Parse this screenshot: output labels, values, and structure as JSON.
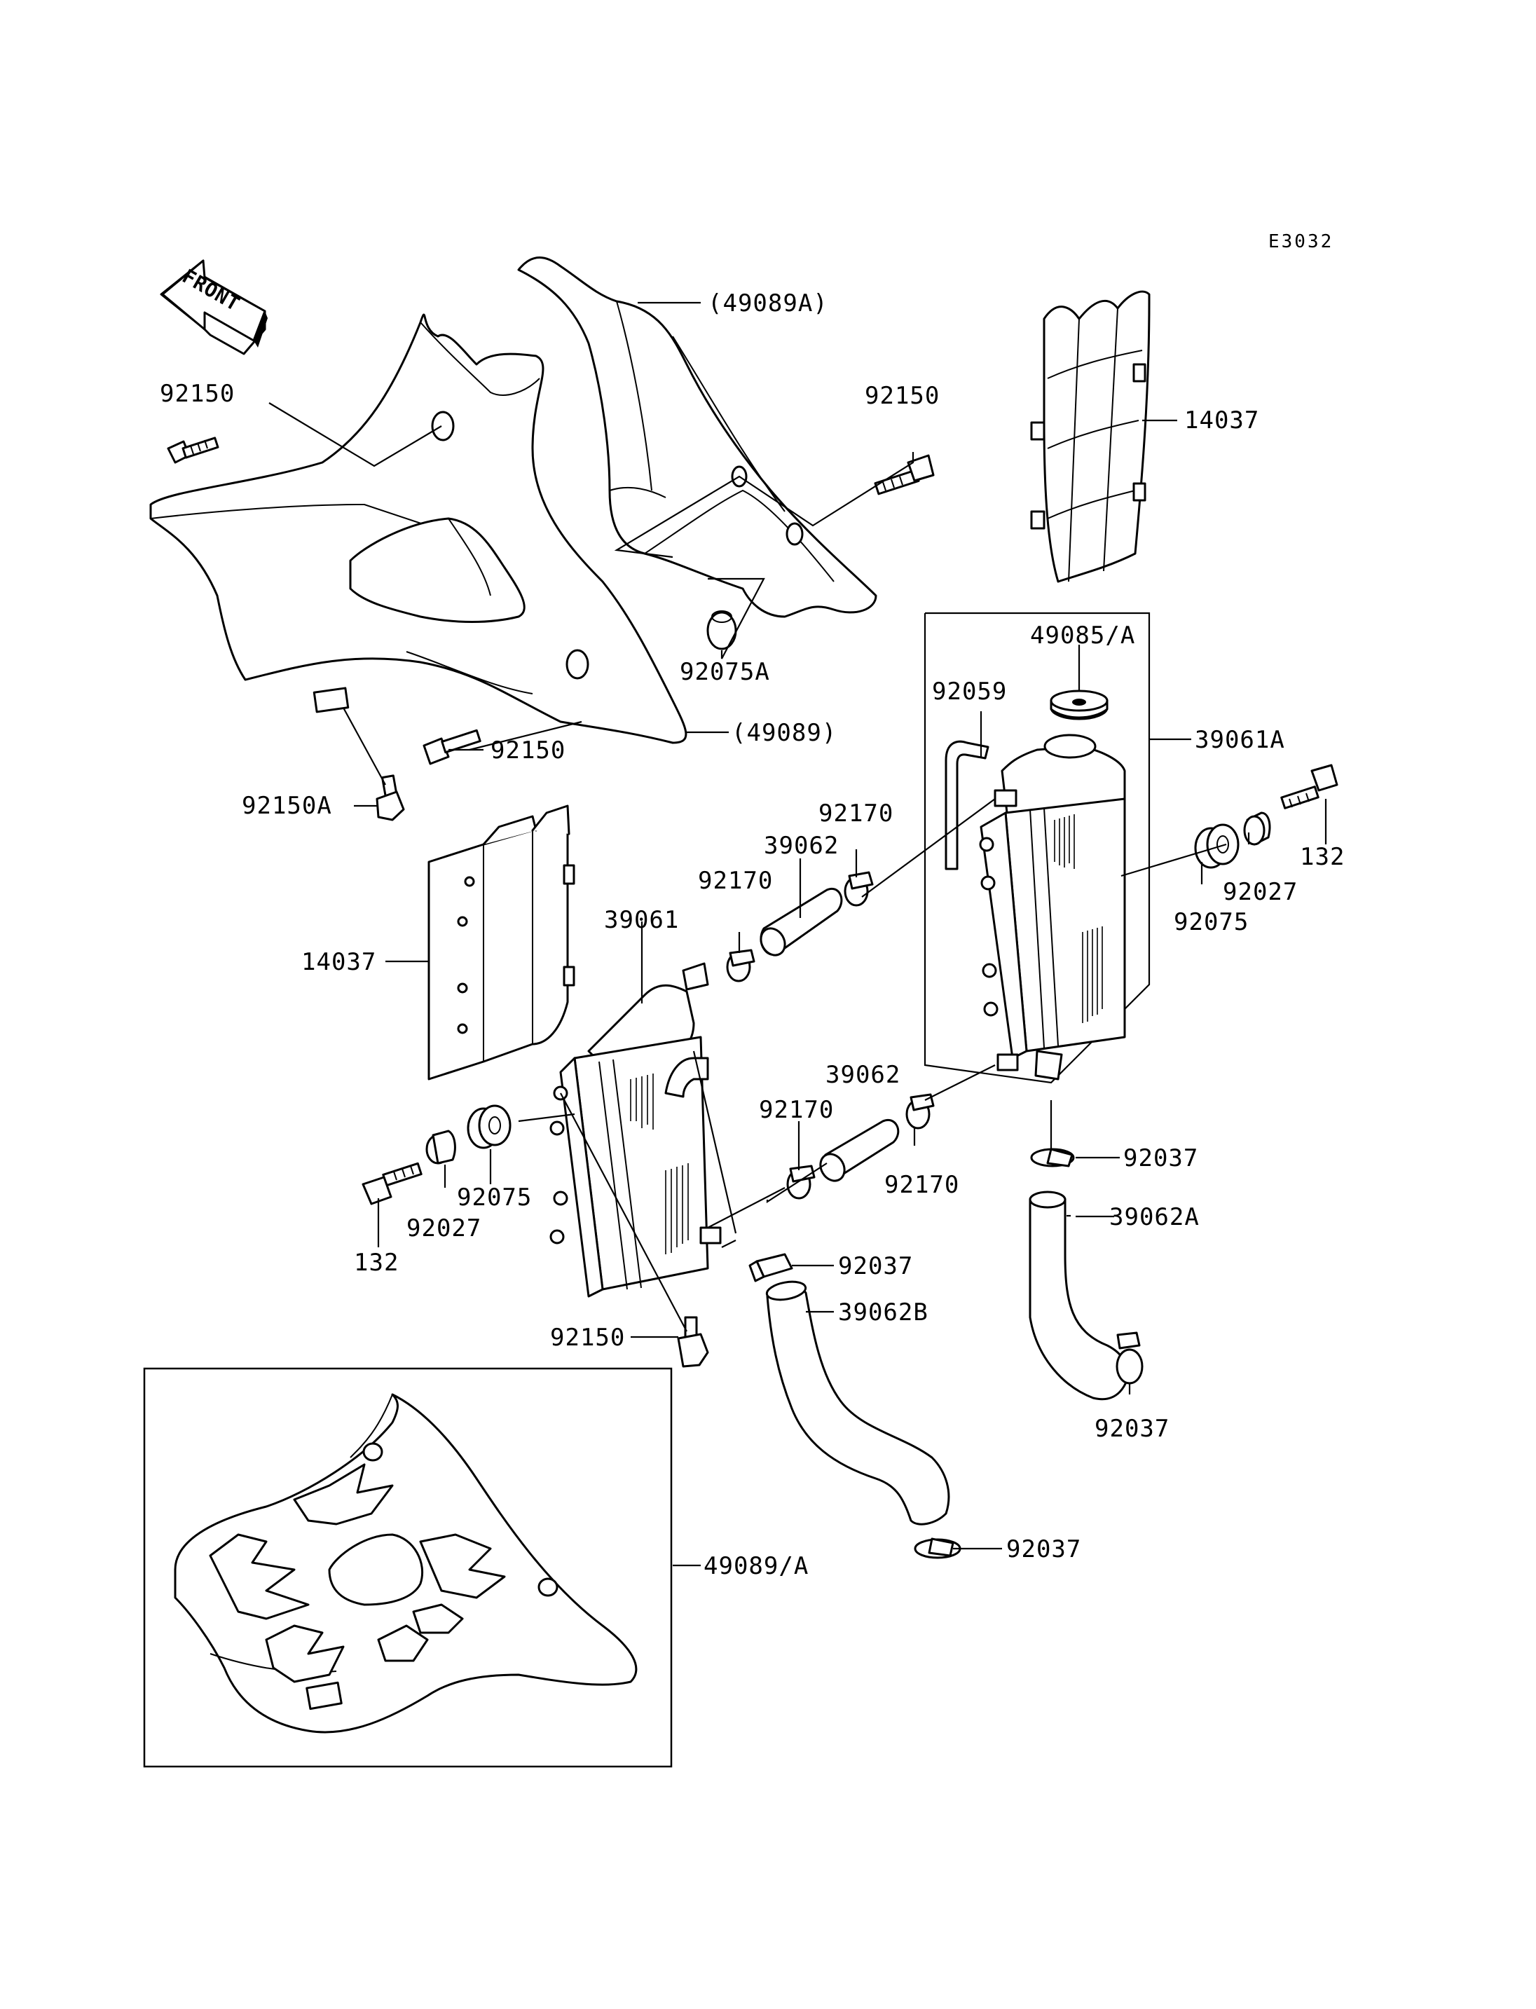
{
  "diagram_code": "E3032",
  "front_label": "FRONT",
  "colors": {
    "ink": "#000000",
    "paper": "#ffffff"
  },
  "labels": {
    "l_49089A_paren": "(49089A)",
    "l_92150_tl": "92150",
    "l_92150_tm": "92150",
    "l_14037_r": "14037",
    "l_92075A": "92075A",
    "l_49089_paren": "(49089)",
    "l_92150_mid": "92150",
    "l_92150A": "92150A",
    "l_49085A": "49085/A",
    "l_92059": "92059",
    "l_39061A": "39061A",
    "l_92170_a": "92170",
    "l_39062_a": "39062",
    "l_92170_b": "92170",
    "l_39061": "39061",
    "l_14037_l": "14037",
    "l_132_r": "132",
    "l_92027_r": "92027",
    "l_92075_r": "92075",
    "l_39062_b": "39062",
    "l_92170_c": "92170",
    "l_92170_d": "92170",
    "l_92037_a": "92037",
    "l_39062A": "39062A",
    "l_92037_b": "92037",
    "l_39062B": "39062B",
    "l_132_l": "132",
    "l_92027_l": "92027",
    "l_92075_l": "92075",
    "l_92150_bot": "92150",
    "l_92037_c": "92037",
    "l_92037_d": "92037",
    "l_49089A_slash": "49089/A"
  }
}
